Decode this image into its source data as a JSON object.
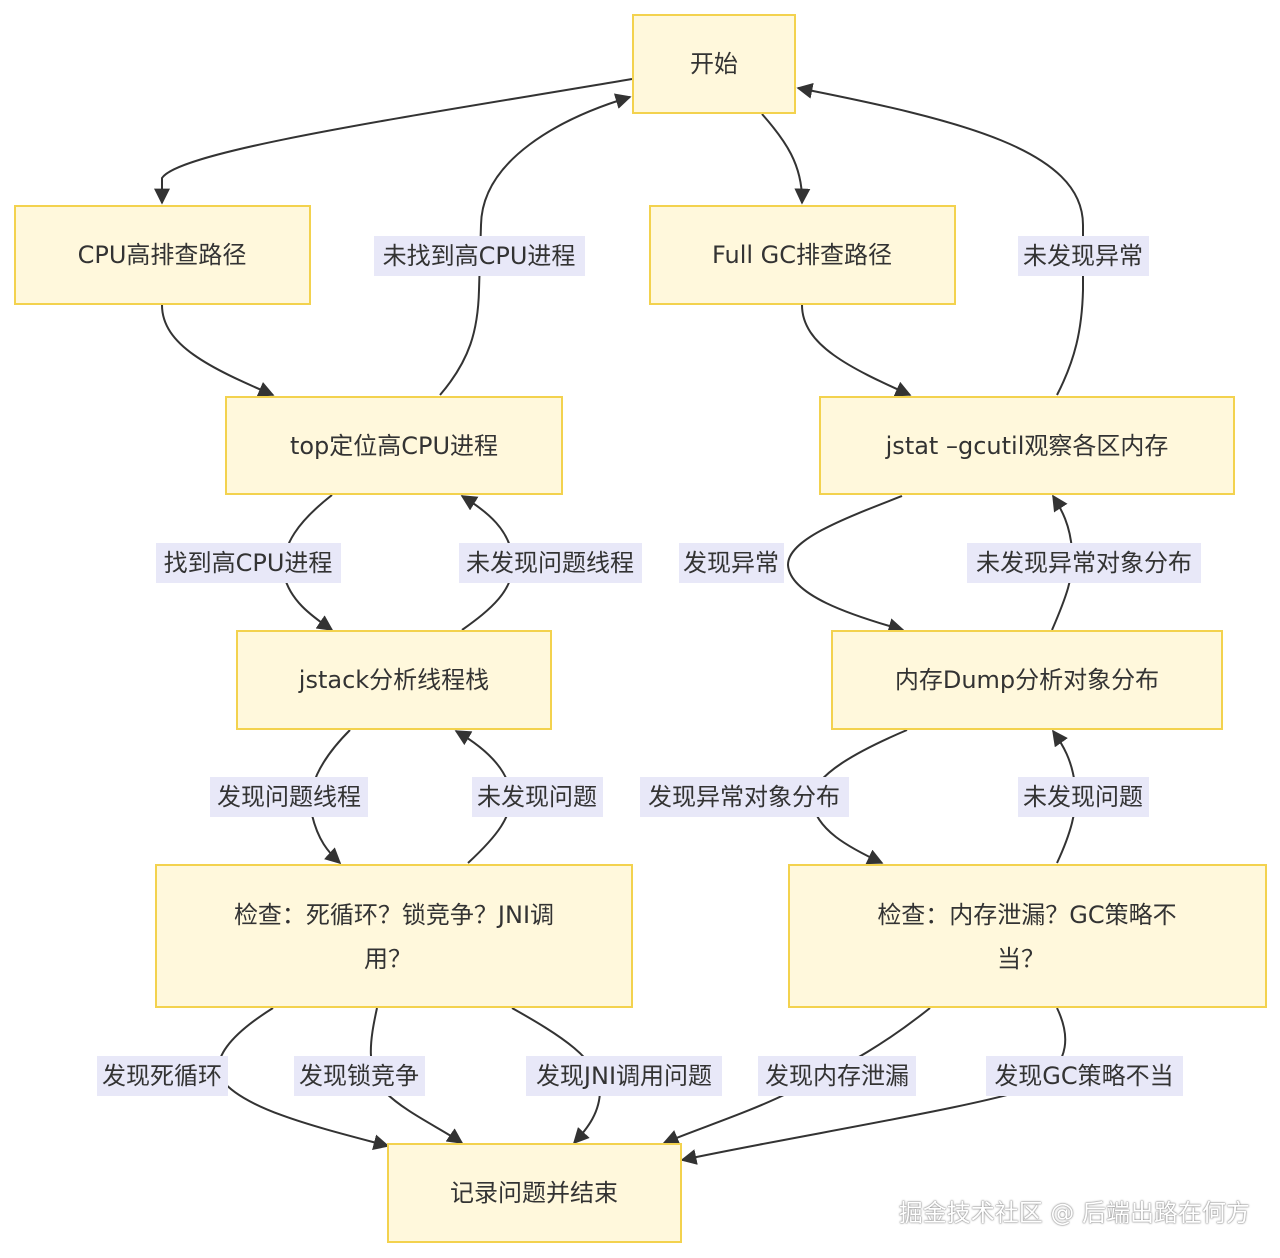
{
  "nodes": {
    "start": "开始",
    "cpu_path": "CPU高排查路径",
    "gc_path": "Full GC排查路径",
    "top": "top定位高CPU进程",
    "jstat": "jstat –gcutil观察各区内存",
    "jstack": "jstack分析线程栈",
    "dump": "内存Dump分析对象分布",
    "check_cpu_line1": "检查：死循环？锁竞争？JNI调",
    "check_cpu_line2": "用？",
    "check_mem_line1": "检查：内存泄漏？GC策略不",
    "check_mem_line2": "当？",
    "end": "记录问题并结束"
  },
  "edge_labels": {
    "no_cpu_process": "未找到高CPU进程",
    "no_anomaly": "未发现异常",
    "found_cpu_process": "找到高CPU进程",
    "no_problem_thread": "未发现问题线程",
    "found_anomaly": "发现异常",
    "no_abnormal_dist": "未发现异常对象分布",
    "found_problem_thread": "发现问题线程",
    "no_problem_left": "未发现问题",
    "found_abnormal_dist": "发现异常对象分布",
    "no_problem_right": "未发现问题",
    "found_dead_loop": "发现死循环",
    "found_lock": "发现锁竞争",
    "found_jni": "发现JNI调用问题",
    "found_leak": "发现内存泄漏",
    "found_gc_policy": "发现GC策略不当"
  },
  "watermark": "掘金技术社区 @ 后端出路在何方",
  "colors": {
    "node_fill": "#fff8dc",
    "node_border": "#f3d24e",
    "edge_label_bg": "#e8e8f8",
    "edge_stroke": "#333333"
  }
}
